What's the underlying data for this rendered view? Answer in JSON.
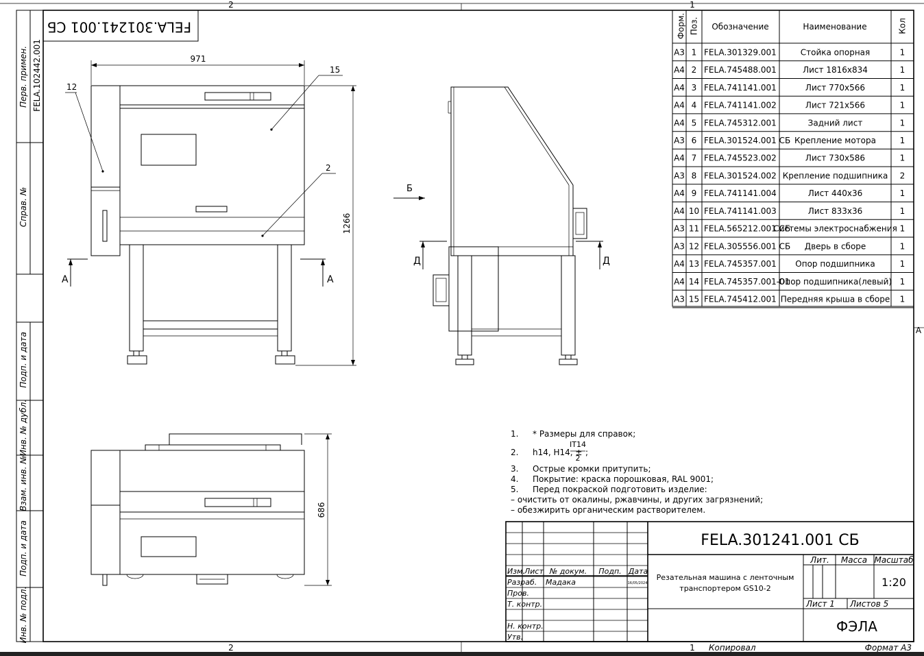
{
  "frame": {
    "top_zone_left": "2",
    "top_zone_right": "1",
    "bottom_zone_left": "2",
    "bottom_zone_right": "1",
    "right_zone": "A"
  },
  "left_strip": {
    "perv_primen_label": "Перв. примен.",
    "perv_primen_value": "FELA.102442.001",
    "sprav_label": "Справ. №",
    "podp_i_data_1": "Подп. и дата",
    "inv_dubl": "Инв. № дубл.",
    "vzam_inv": "Взам. инв. №",
    "podp_i_data_2": "Подп. и дата",
    "inv_podl": "Инв. № подл."
  },
  "rotated_code": "FELA.301241.001 СБ",
  "spec_table": {
    "headers": [
      "Форм.",
      "Поз.",
      "Обозначение",
      "Наименование",
      "Кол"
    ],
    "rows": [
      [
        "А3",
        "1",
        "FELA.301329.001",
        "Стойка опорная",
        "1"
      ],
      [
        "А4",
        "2",
        "FELA.745488.001",
        "Лист 1816х834",
        "1"
      ],
      [
        "А4",
        "3",
        "FELA.741141.001",
        "Лист 770х566",
        "1"
      ],
      [
        "А4",
        "4",
        "FELA.741141.002",
        "Лист 721х566",
        "1"
      ],
      [
        "А4",
        "5",
        "FELA.745312.001",
        "Задний лист",
        "1"
      ],
      [
        "А3",
        "6",
        "FELA.301524.001 СБ",
        "Крепление моторa",
        "1"
      ],
      [
        "А4",
        "7",
        "FELA.745523.002",
        "Лист 730х586",
        "1"
      ],
      [
        "А3",
        "8",
        "FELA.301524.002",
        "Крепление подшипника",
        "2"
      ],
      [
        "А4",
        "9",
        "FELA.741141.004",
        "Лист 440х36",
        "1"
      ],
      [
        "А4",
        "10",
        "FELA.741141.003",
        "Лист 833х36",
        "1"
      ],
      [
        "А3",
        "11",
        "FELA.565212.001 СБ",
        "Системы электроснабжения",
        "1"
      ],
      [
        "А3",
        "12",
        "FELA.305556.001 СБ",
        "Дверь в сборе",
        "1"
      ],
      [
        "А4",
        "13",
        "FELA.745357.001",
        "Опор подшипника",
        "1"
      ],
      [
        "А4",
        "14",
        "FELA.745357.001-01",
        "Опор подшипника(левый)",
        "1"
      ],
      [
        "А3",
        "15",
        "FELA.745412.001",
        "Передняя крыша в сборе",
        "1"
      ]
    ]
  },
  "dimensions": {
    "front_width": "971",
    "front_height": "1266",
    "plan_depth": "686"
  },
  "callouts": {
    "pos_15": "15",
    "pos_12": "12",
    "pos_2": "2"
  },
  "section_marks": {
    "a_left": "А",
    "a_right": "А",
    "b_view": "Б",
    "d_left": "Д",
    "d_right": "Д"
  },
  "notes": {
    "n1_num": "1.",
    "n1_text": "* Размеры для справок;",
    "n2_num": "2.",
    "n2_text": "h14, H14, ±",
    "n2_frac_top": "IT14",
    "n2_frac_bottom": "2",
    "n2_tail": ";",
    "n3_num": "3.",
    "n3_text": "Острые кромки притупить;",
    "n4_num": "4.",
    "n4_text": "Покрытие: краска порошковая, RAL 9001;",
    "n5_num": "5.",
    "n5_text": "Перед покраской подготовить изделие:",
    "n5_sub1": "– очистить от окалины, ржавчины, и других загрязнений;",
    "n5_sub2": "– обезжирить органическим растворителем."
  },
  "title_block": {
    "designation": "FELA.301241.001 СБ",
    "name_line1": "Резательная машина с ленточным",
    "name_line2": "транспортером GS10-2",
    "lit_label": "Лит.",
    "mass_label": "Масса",
    "scale_label": "Масштаб",
    "scale_value": "1:20",
    "sheet_label": "Лист 1",
    "sheets_label": "Листов 5",
    "org": "ФЭЛА",
    "izm": "Изм.",
    "list": "Лист",
    "doc_no": "№ докум.",
    "podp": "Подп.",
    "data": "Дата",
    "razrab": "Разраб.",
    "razrab_name": "Мадака",
    "razrab_date": "16/05/2024",
    "prov": "Пров.",
    "tkontr": "Т. контр.",
    "nkontr": "Н. контр.",
    "utv": "Утв.",
    "kopiroval": "Копировал",
    "format": "Формат А3"
  },
  "colors": {
    "line": "#000000",
    "paper": "#ffffff"
  }
}
